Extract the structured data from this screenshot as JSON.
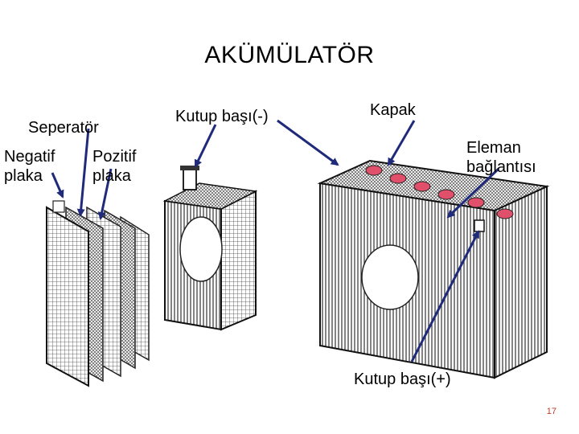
{
  "title": "AKÜMÜLATÖR",
  "labels": {
    "separator": "Seperatör",
    "negative_plate": "Negatif\nplaka",
    "positive_plate": "Pozitif\nplaka",
    "terminal_negative": "Kutup başı(-)",
    "cover": "Kapak",
    "cell_connection": "Eleman\nbağlantısı",
    "terminal_positive": "Kutup başı(+)"
  },
  "page_number": "17",
  "colors": {
    "arrow": "#1f2a7a",
    "cap": "#e0506a",
    "ink": "#2a2a2a"
  }
}
